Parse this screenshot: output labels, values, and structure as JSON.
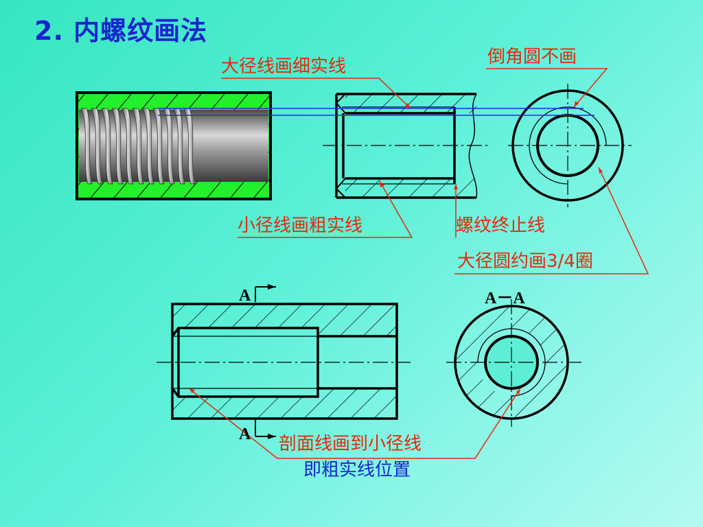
{
  "slide": {
    "title": "2. 内螺纹画法",
    "annotations": {
      "major_dia_thin": "大径线画细实线",
      "chamfer_circle": "倒角圆不画",
      "minor_dia_thick": "小径线画粗实线",
      "thread_end": "螺纹终止线",
      "major_circle_34": "大径圆约画3/4圈",
      "hatch_to_minor": "剖面线画到小径线",
      "thick_line_pos": "即粗实线位置"
    },
    "section_marks": {
      "cut_top": "A",
      "cut_bottom": "A",
      "section_view": "A－A"
    }
  },
  "colors": {
    "title": "#1a23d0",
    "annotation": "#e8280c",
    "annotation_blue": "#1a23d0",
    "leader": "#e8280c",
    "guide_line": "#2a2ad8",
    "hatch_fill_3d": "#22f02a"
  }
}
